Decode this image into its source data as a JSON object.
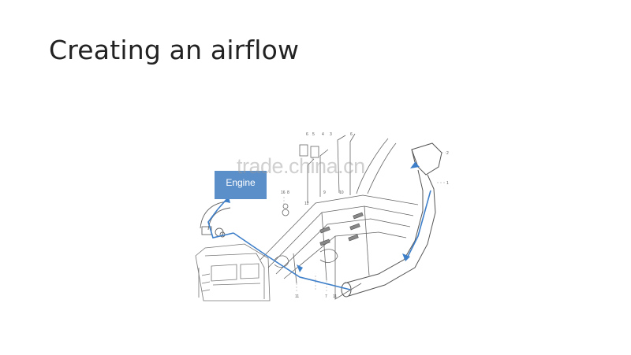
{
  "slide": {
    "title": "Creating an airflow"
  },
  "diagram": {
    "engine_label": "Engine",
    "watermark": "trade.china.cn",
    "part_numbers": [
      "6",
      "5",
      "4",
      "3",
      "6",
      "2",
      "1",
      "16",
      "8",
      "9",
      "10",
      "12",
      "11",
      "7",
      "11"
    ],
    "accent_color": "#3e7fc9"
  }
}
